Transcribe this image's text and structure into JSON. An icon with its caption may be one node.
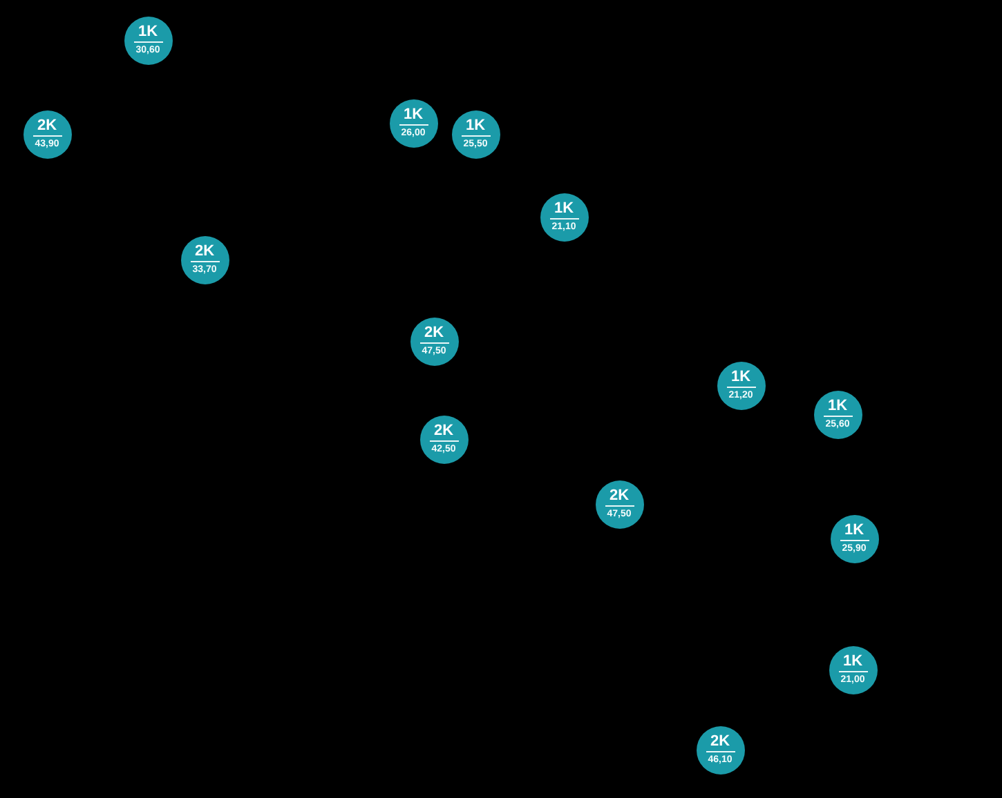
{
  "diagram": {
    "nodes": [
      {
        "text": [
          "1K",
          "30,60"
        ]
      },
      {
        "text": [
          "2K",
          "43,90"
        ]
      },
      {
        "text": [
          "1K",
          "26,00"
        ]
      },
      {
        "text": [
          "1K",
          "25,50"
        ]
      },
      {
        "text": [
          "1K",
          "21,10"
        ]
      },
      {
        "text": [
          "2K",
          "33,70"
        ]
      },
      {
        "text": [
          "2K",
          "47,50"
        ]
      },
      {
        "text": [
          "1K",
          "21,20"
        ]
      },
      {
        "text": [
          "1K",
          "25,60"
        ]
      },
      {
        "text": [
          "2K",
          "42,50"
        ]
      },
      {
        "text": [
          "2K",
          "47,50"
        ]
      },
      {
        "text": [
          "1K",
          "25,90"
        ]
      },
      {
        "text": [
          "1K",
          "21,00"
        ]
      },
      {
        "text": [
          "2K",
          "46,10"
        ]
      }
    ]
  }
}
